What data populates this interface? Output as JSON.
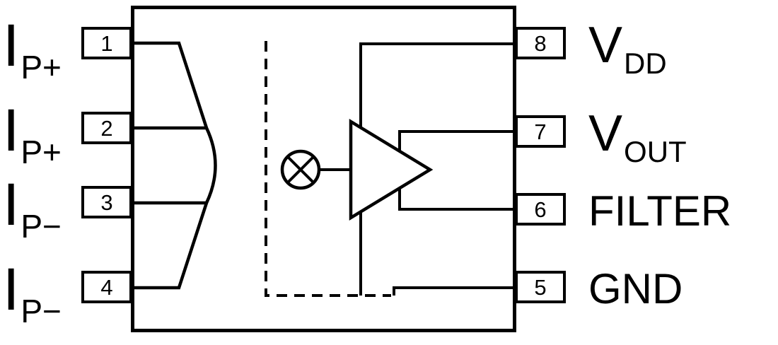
{
  "ic": {
    "left_pins": [
      {
        "number": "1",
        "label_base": "I",
        "label_sub": "P+"
      },
      {
        "number": "2",
        "label_base": "I",
        "label_sub": "P+"
      },
      {
        "number": "3",
        "label_base": "I",
        "label_sub": "P−"
      },
      {
        "number": "4",
        "label_base": "I",
        "label_sub": "P−"
      }
    ],
    "right_pins": [
      {
        "number": "8",
        "label_base": "V",
        "label_sub": "DD"
      },
      {
        "number": "7",
        "label_base": "V",
        "label_sub": "OUT"
      },
      {
        "number": "6",
        "label_base": "FILTER",
        "label_sub": ""
      },
      {
        "number": "5",
        "label_base": "GND",
        "label_sub": ""
      }
    ],
    "icons": {
      "hall_element": "circle-x-icon",
      "amplifier": "triangle-amp-icon"
    },
    "colors": {
      "line": "#000000",
      "background": "#ffffff"
    }
  }
}
